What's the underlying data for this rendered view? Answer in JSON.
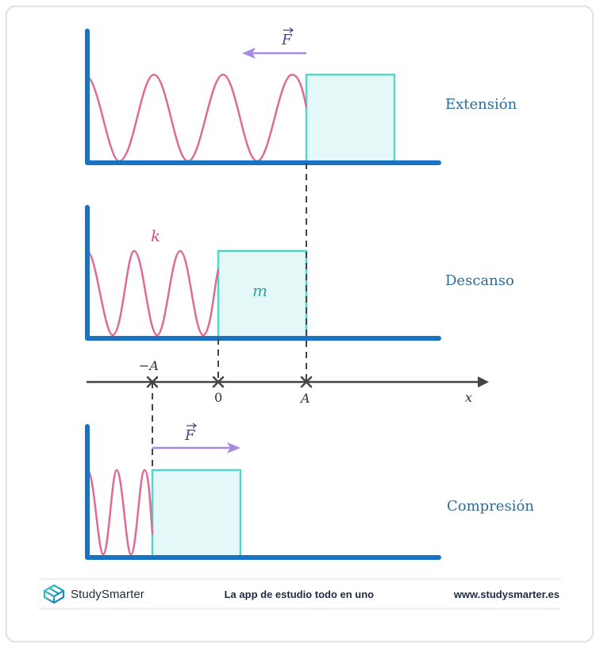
{
  "colors": {
    "wall_floor": "#1a73c0",
    "spring": "#e06a96",
    "mass_border": "#4fd8c8",
    "mass_fill": "#e4f9f7",
    "force_arrow": "#a78be0",
    "axis": "#444444",
    "label": "#2f6b95",
    "k_label": "#d14f82",
    "m_label": "#2aa597",
    "force_label": "#4a3f8c"
  },
  "panels": [
    {
      "id": "extension",
      "state_label": "Extensión",
      "force_label": "F",
      "force_direction": "left"
    },
    {
      "id": "rest",
      "state_label": "Descanso",
      "spring_label": "k",
      "mass_label": "m"
    },
    {
      "id": "compression",
      "state_label": "Compresión",
      "force_label": "F",
      "force_direction": "right"
    }
  ],
  "axis": {
    "variable": "x",
    "ticks": [
      {
        "label": "−A",
        "position": "negative amplitude"
      },
      {
        "label": "0",
        "position": "equilibrium"
      },
      {
        "label": "A",
        "position": "positive amplitude"
      }
    ]
  },
  "footer": {
    "brand": "StudySmarter",
    "tagline": "La app de estudio todo en uno",
    "website": "www.studysmarter.es"
  }
}
